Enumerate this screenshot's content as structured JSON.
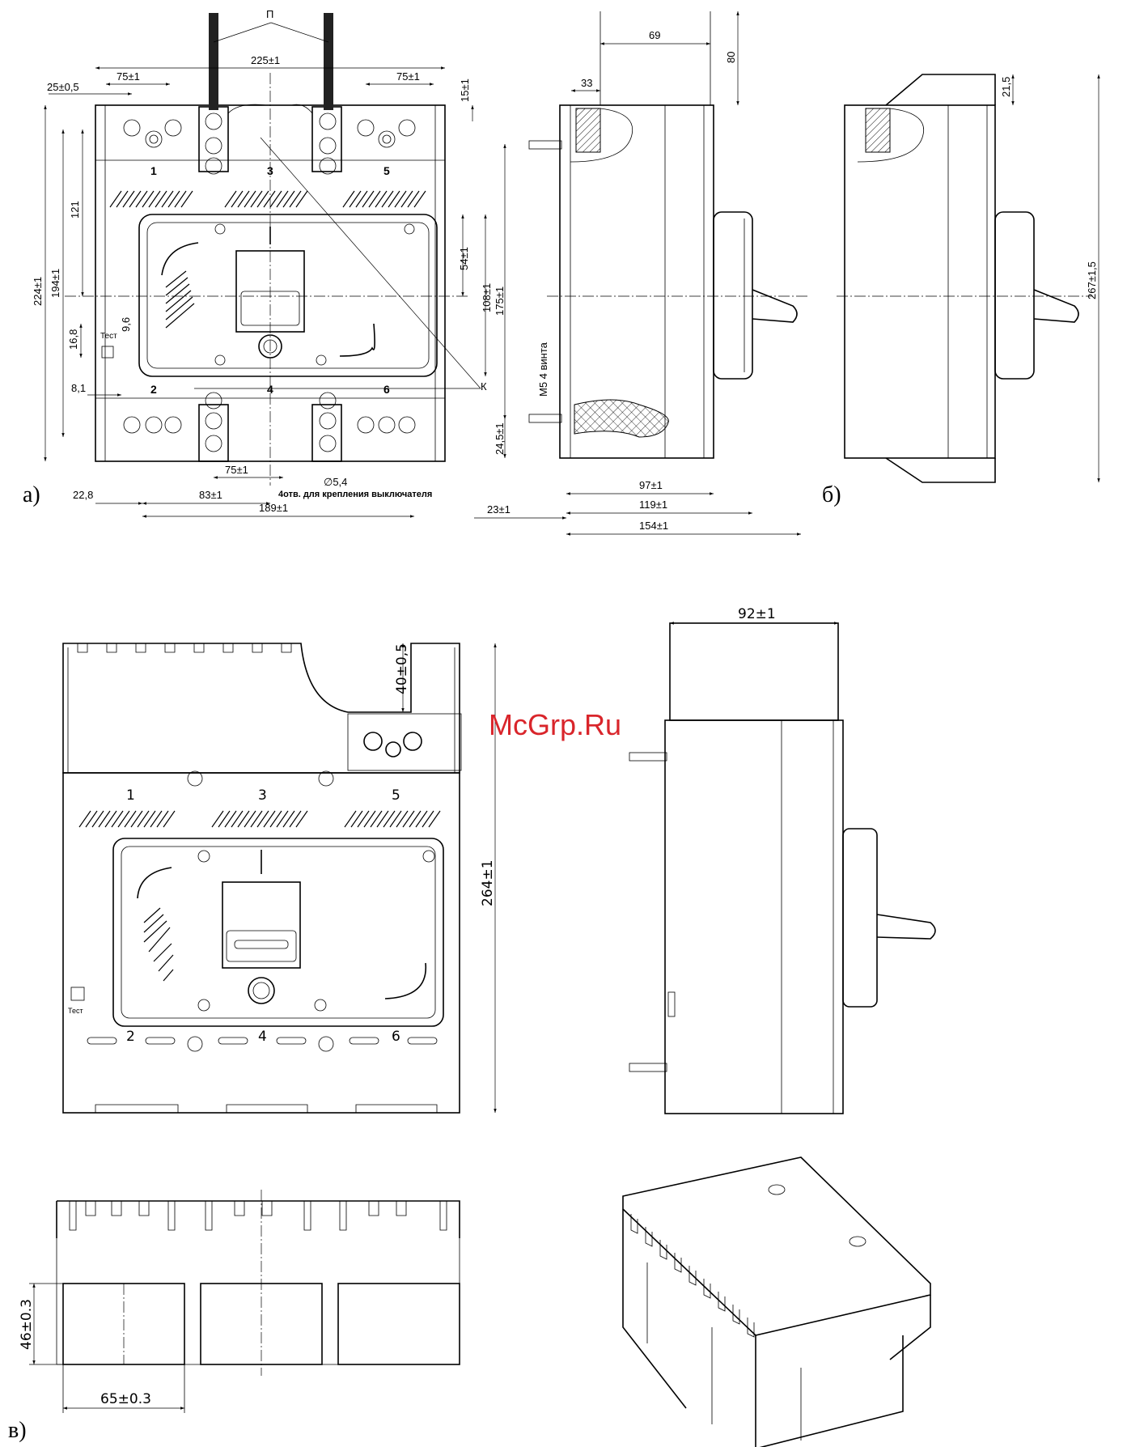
{
  "watermark": "McGrp.Ru",
  "view_labels": {
    "a": "а)",
    "b": "б)",
    "v": "в)"
  },
  "terminals": {
    "t1": "1",
    "t3": "3",
    "t5": "5",
    "t2": "2",
    "t4": "4",
    "t6": "6"
  },
  "labels": {
    "P": "П",
    "K": "К",
    "test": "Тест",
    "mount_holes": "4отв. для крепления выключателя",
    "hole_dia": "∅5,4",
    "screws": "М5 4 винта"
  },
  "dims_a": {
    "d225": "225±1",
    "d75_tl": "75±1",
    "d75_tr": "75±1",
    "d25": "25±0,5",
    "d15": "15±1",
    "d121": "121",
    "d224": "224±1",
    "d194": "194±1",
    "d54": "54±1",
    "d108": "108±1",
    "d96": "9,6",
    "d168": "16,8",
    "d81": "8,1",
    "d75_b": "75±1",
    "d228": "22,8",
    "d83": "83±1",
    "d189": "189±1"
  },
  "dims_side": {
    "d69": "69",
    "d80": "80",
    "d33": "33",
    "d175": "175±1",
    "d245": "24,5±1",
    "d97": "97±1",
    "d119": "119±1",
    "d154": "154±1",
    "d23": "23±1",
    "d215": "21,5",
    "d267": "267±1,5"
  },
  "dims_v": {
    "d40": "40±0,5",
    "d264": "264±1",
    "d92": "92±1",
    "d46": "46±0.3",
    "d65": "65±0.3"
  }
}
